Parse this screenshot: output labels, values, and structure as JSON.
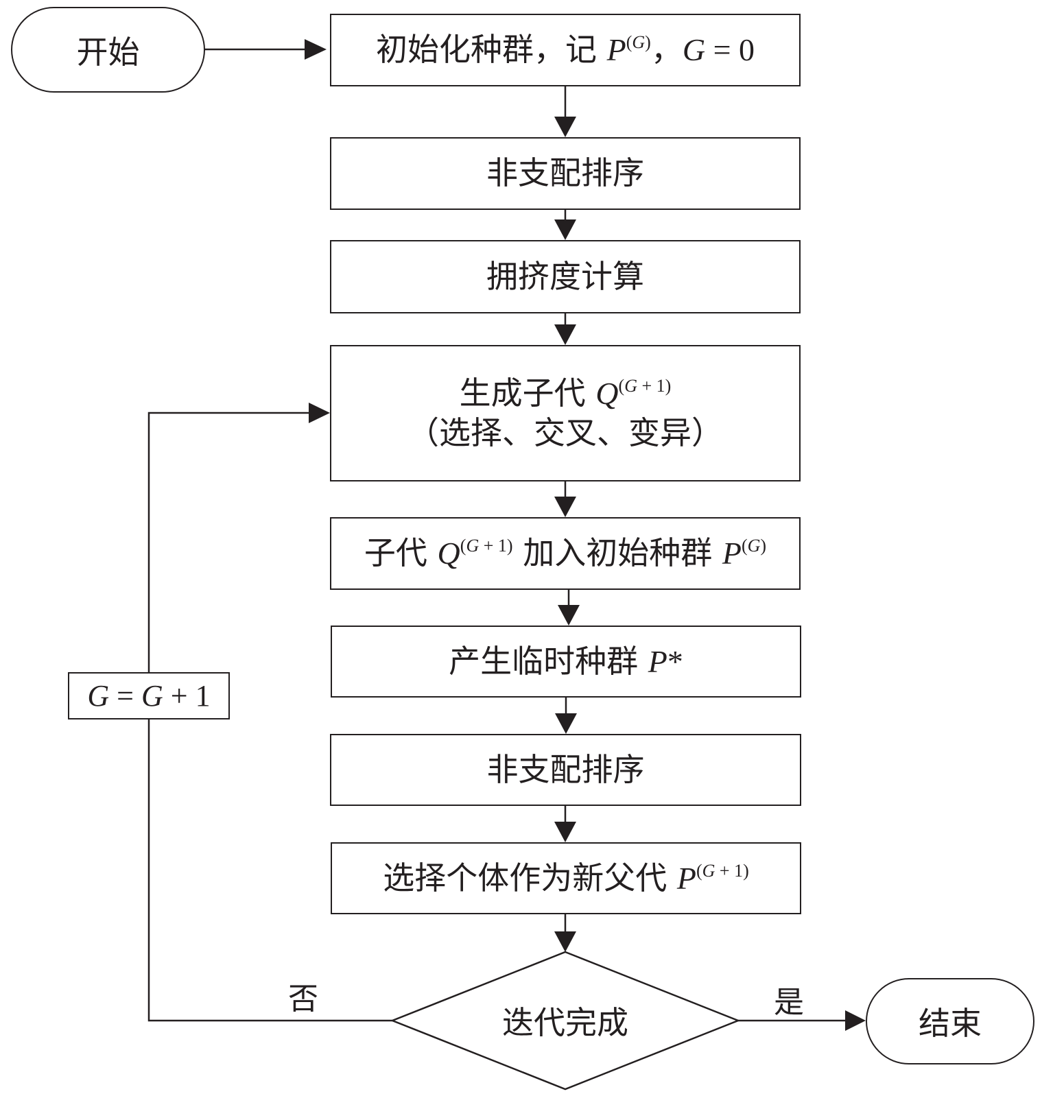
{
  "start": "开始",
  "end": "结束",
  "step1": {
    "text": "初始化种群，记 ",
    "var": "P",
    "sup_var": "G",
    "sep": "，",
    "eq_var": "G",
    "eq_rest": " = 0"
  },
  "step2": "非支配排序",
  "step3": "拥挤度计算",
  "step4": {
    "line1": "生成子代 ",
    "var": "Q",
    "sup_var": "G",
    "sup_rest": " + 1",
    "line2": "（选择、交叉、变异）"
  },
  "step5": {
    "text1": "子代 ",
    "var1": "Q",
    "sup1_var": "G",
    "sup1_rest": " + 1",
    "text2": " 加入初始种群 ",
    "var2": "P",
    "sup2_var": "G"
  },
  "step6": {
    "text": "产生临时种群 ",
    "var": "P",
    "star": "*"
  },
  "step7": "非支配排序",
  "step8": {
    "text": "选择个体作为新父代 ",
    "var": "P",
    "sup_var": "G",
    "sup_rest": " + 1"
  },
  "decision": "迭代完成",
  "yes_label": "是",
  "no_label": "否",
  "counter": {
    "var1": "G",
    "mid": " = ",
    "var2": "G",
    "rest": " + 1"
  },
  "colors": {
    "line": "#231f20",
    "background": "#ffffff"
  }
}
